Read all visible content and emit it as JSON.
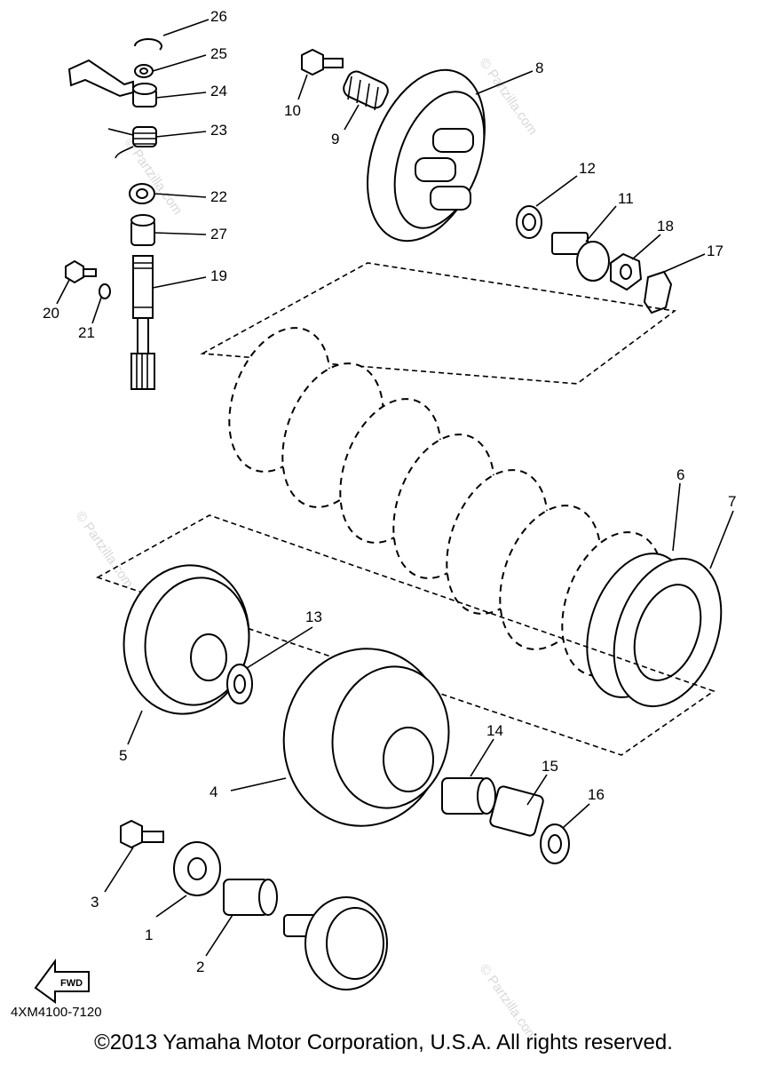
{
  "diagram": {
    "callouts": [
      "26",
      "25",
      "24",
      "23",
      "22",
      "27",
      "19",
      "20",
      "21",
      "10",
      "9",
      "8",
      "12",
      "11",
      "18",
      "17",
      "6",
      "7",
      "13",
      "5",
      "4",
      "14",
      "15",
      "16",
      "3",
      "1",
      "2"
    ],
    "drawing_code": "4XM4100-7120",
    "fwd_label": "FWD",
    "watermark": "© Partzilla.com",
    "copyright": "©2013 Yamaha Motor Corporation, U.S.A. All rights reserved."
  }
}
